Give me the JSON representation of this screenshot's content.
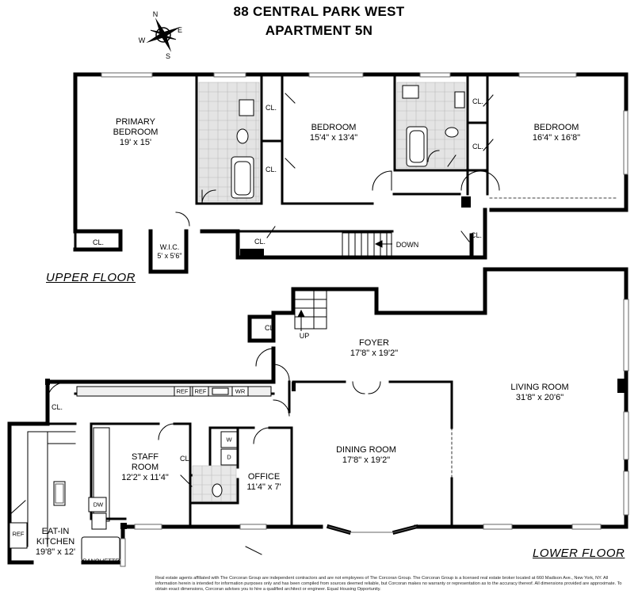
{
  "header": {
    "line1": "88 CENTRAL PARK WEST",
    "line2": "APARTMENT 5N"
  },
  "compass": {
    "n": "N",
    "s": "S",
    "e": "E",
    "w": "W"
  },
  "floors": {
    "upper": "UPPER FLOOR",
    "lower": "LOWER FLOOR"
  },
  "rooms": {
    "primary_bedroom": {
      "name1": "PRIMARY",
      "name2": "BEDROOM",
      "dims": "19' x 15'"
    },
    "bedroom2": {
      "name": "BEDROOM",
      "dims": "15'4\" x 13'4\""
    },
    "bedroom3": {
      "name": "BEDROOM",
      "dims": "16'4\" x 16'8\""
    },
    "wic": {
      "name": "W.I.C.",
      "dims": "5' x 5'6\""
    },
    "foyer": {
      "name": "FOYER",
      "dims": "17'8\" x 19'2\""
    },
    "living_room": {
      "name": "LIVING ROOM",
      "dims": "31'8\" x 20'6\""
    },
    "dining_room": {
      "name": "DINING ROOM",
      "dims": "17'8\" x 19'2\""
    },
    "staff_room": {
      "name1": "STAFF",
      "name2": "ROOM",
      "dims": "12'2\" x 11'4\""
    },
    "office": {
      "name": "OFFICE",
      "dims": "11'4\" x 7'"
    },
    "kitchen": {
      "name1": "EAT-IN",
      "name2": "KITCHEN",
      "dims": "19'8\" x 12'"
    }
  },
  "small_labels": {
    "closet": "CL.",
    "down": "DOWN",
    "up": "UP",
    "ref": "REF",
    "wr": "WR",
    "dw": "DW",
    "w": "W",
    "d": "D",
    "banquette": "BANQUETTE"
  },
  "disclaimer": "Real estate agents affiliated with The Corcoran Group are independent contractors and are not employees of The Corcoran Group. The Corcoran Group is a licensed real estate broker located at 660 Madison Ave., New York, NY. All information herein is intended for information purposes only and has been compiled from sources deemed reliable, but Corcoran makes no warranty or representation as to the accuracy thereof. All dimensions provided are approximate. To obtain exact dimensions, Corcoran advises you to hire a qualified architect or engineer. Equal Housing Opportunity."
}
